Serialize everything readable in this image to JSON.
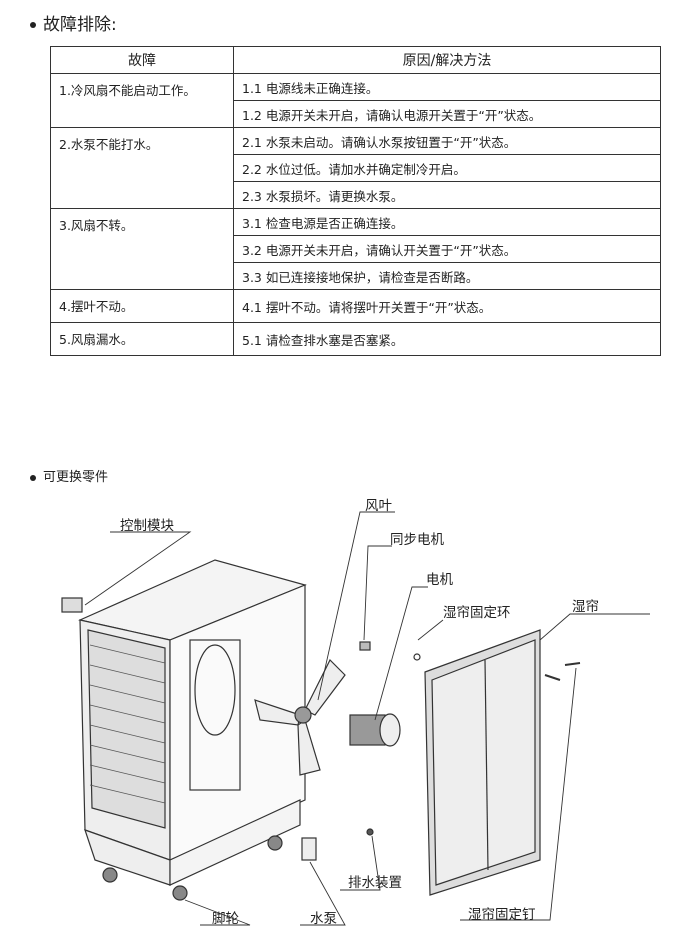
{
  "troubleshooting": {
    "title": "故障排除:",
    "headers": [
      "故障",
      "原因/解决方法"
    ],
    "groups": [
      {
        "fault": "1.冷风扇不能启动工作。",
        "solutions": [
          "1.1 电源线未正确连接。",
          "1.2 电源开关未开启，请确认电源开关置于“开”状态。"
        ]
      },
      {
        "fault": "2.水泵不能打水。",
        "solutions": [
          "2.1 水泵未启动。请确认水泵按钮置于“开”状态。",
          "2.2 水位过低。请加水并确定制冷开启。",
          "2.3 水泵损坏。请更换水泵。"
        ]
      },
      {
        "fault": "3.风扇不转。",
        "solutions": [
          "3.1 检查电源是否正确连接。",
          "3.2 电源开关未开启，请确认开关置于“开”状态。",
          "3.3 如已连接接地保护，请检查是否断路。"
        ]
      },
      {
        "fault": "4.摆叶不动。",
        "solutions": [
          "4.1 摆叶不动。请将摆叶开关置于“开”状态。"
        ]
      },
      {
        "fault": "5.风扇漏水。",
        "solutions": [
          "5.1 请检查排水塞是否塞紧。"
        ]
      }
    ]
  },
  "parts": {
    "title": "可更换零件",
    "labels": {
      "control_module": "控制模块",
      "fan_blade": "风叶",
      "sync_motor": "同步电机",
      "motor": "电机",
      "pad_ring": "湿帘固定环",
      "pad": "湿帘",
      "drain": "排水装置",
      "caster": "脚轮",
      "pump": "水泵",
      "pad_pin": "湿帘固定钉"
    }
  }
}
